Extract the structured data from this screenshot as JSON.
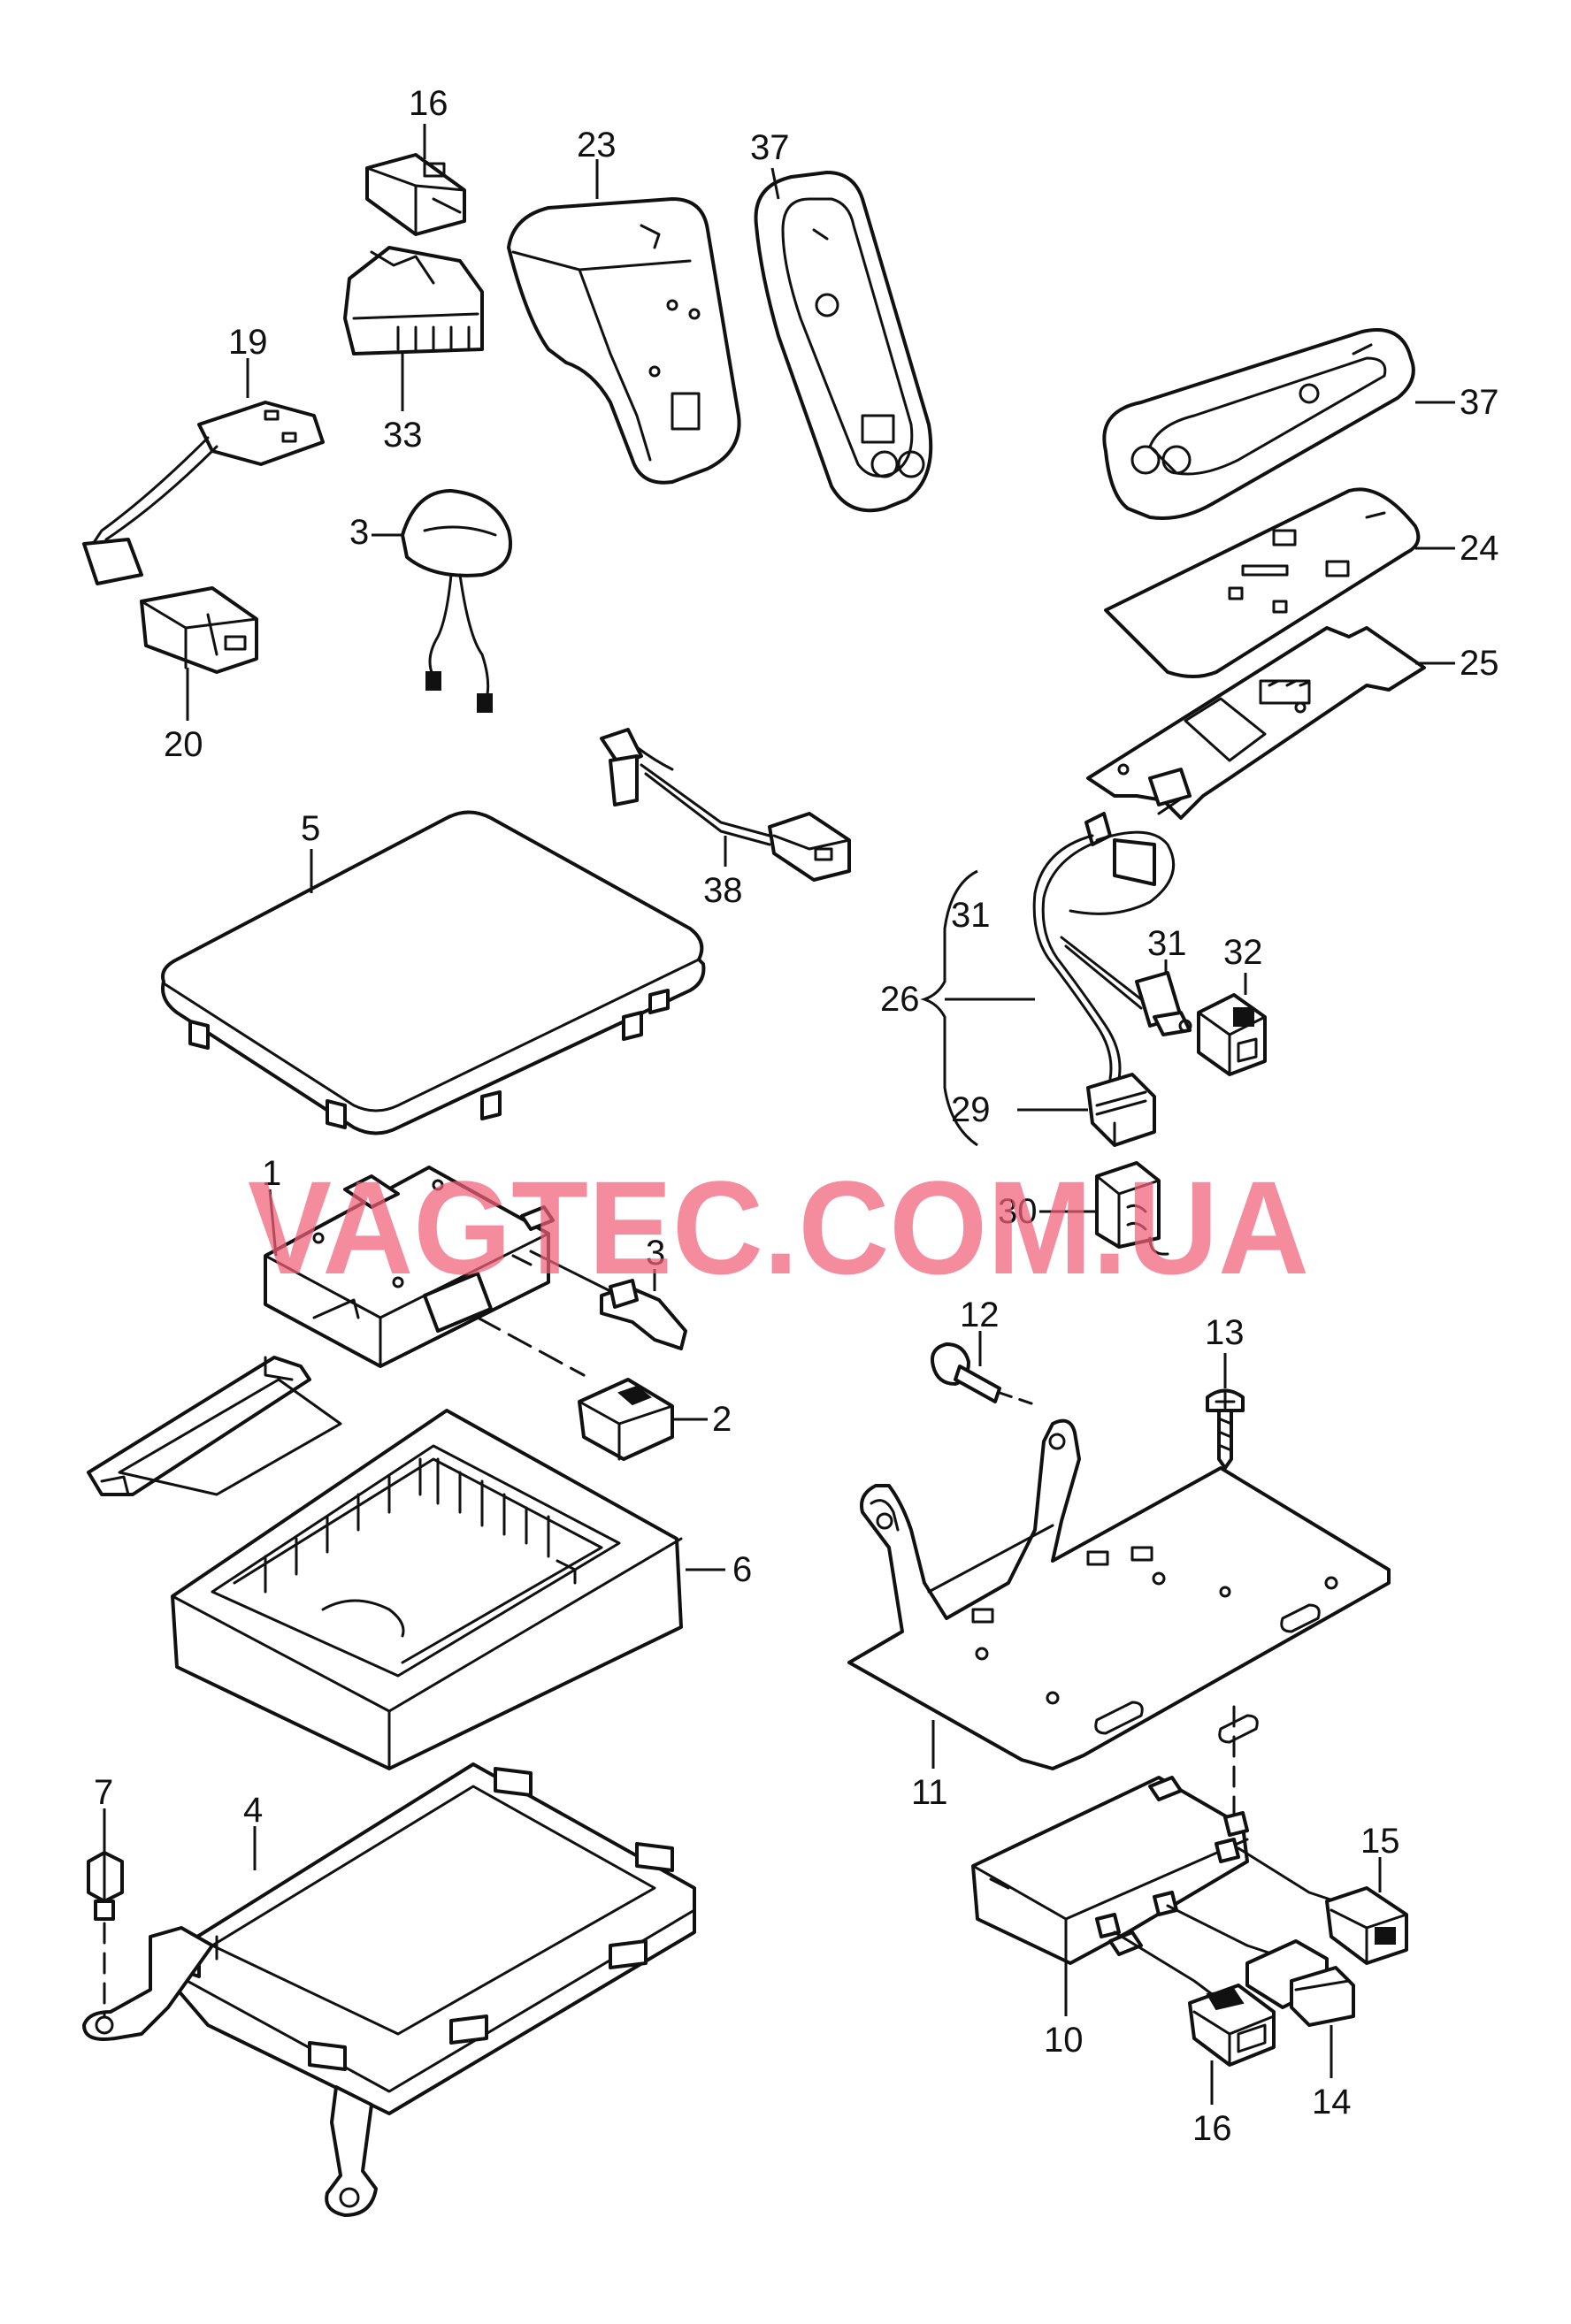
{
  "watermark": "VAGTEC.COM.UA",
  "colors": {
    "line": "#111111",
    "watermark": "#f0607a",
    "background": "#ffffff"
  },
  "labels": {
    "p1": "1",
    "p2": "2",
    "p3a": "3",
    "p3b": "3",
    "p4": "4",
    "p5": "5",
    "p6": "6",
    "p7": "7",
    "p10": "10",
    "p11": "11",
    "p12": "12",
    "p13": "13",
    "p14": "14",
    "p15": "15",
    "p16a": "16",
    "p16b": "16",
    "p19": "19",
    "p20": "20",
    "p23": "23",
    "p24": "24",
    "p25": "25",
    "p26": "26",
    "p29": "29",
    "p30": "30",
    "p31a": "31",
    "p31b": "31",
    "p32": "32",
    "p33": "33",
    "p37a": "37",
    "p37b": "37",
    "p38": "38"
  }
}
